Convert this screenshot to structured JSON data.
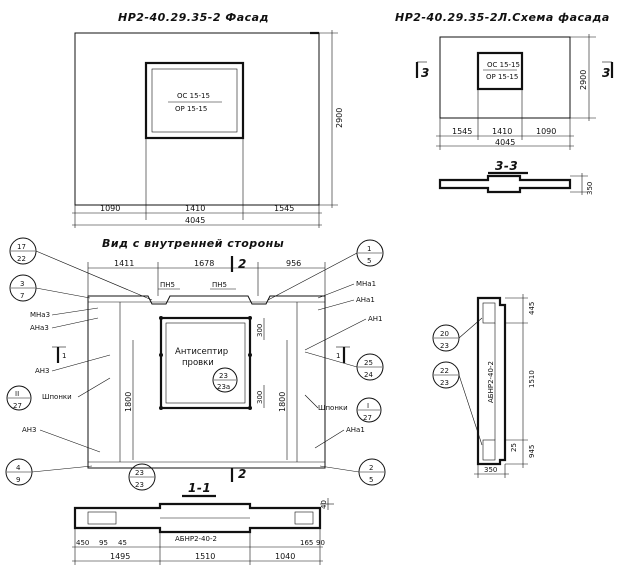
{
  "titles": {
    "facade": "НР2-40.29.35-2 Фасад",
    "scheme": "НР2-40.29.35-2Л.Схема фасада",
    "inner_view": "Вид с внутренней стороны"
  },
  "window_marks": {
    "facade_top": "ОС 15-15",
    "facade_bottom": "ОР 15-15",
    "scheme_top": "ОС 15-15",
    "scheme_bottom": "ОР 15-15"
  },
  "facade_dims": {
    "left": "1090",
    "mid": "1410",
    "right": "1545",
    "total": "4045",
    "height": "2900"
  },
  "scheme_dims": {
    "left": "1545",
    "mid": "1410",
    "right": "1090",
    "total": "4045",
    "height": "2900",
    "section_label": "3-3",
    "section_mark": "3",
    "thickness": "350"
  },
  "inner_dims": {
    "top_left": "1411",
    "top_mid": "1678",
    "top_right": "956",
    "left_h": "1800",
    "right_h": "1800",
    "win_top": "300",
    "win_bot": "300",
    "section_mark": "2",
    "section_mark_1": "1"
  },
  "inner_labels": {
    "pn5_left": "ПН5",
    "pn5_right": "ПН5",
    "mna3": "МНа3",
    "ana3": "АНа3",
    "an3_a": "АН3",
    "shponki_left": "Шпонки",
    "an3_b": "АН3",
    "mna1": "МНа1",
    "ana1_a": "АНа1",
    "an1": "АН1",
    "shponki_right": "Шпонки",
    "ana1_b": "АНа1",
    "antiseptic_1": "Антисептир",
    "antiseptic_2": "провки"
  },
  "callouts": {
    "c17": {
      "top": "17",
      "bot": "22"
    },
    "c3": {
      "top": "3",
      "bot": "7"
    },
    "c1": {
      "top": "1",
      "bot": "5"
    },
    "c25": {
      "top": "25",
      "bot": "24"
    },
    "c4": {
      "top": "4",
      "bot": "9"
    },
    "c2": {
      "top": "2",
      "bot": "5"
    },
    "c23a": {
      "top": "23",
      "bot": "23а"
    },
    "c23b": {
      "top": "23",
      "bot": "23"
    },
    "c20": {
      "top": "20",
      "bot": "23"
    },
    "c22": {
      "top": "22",
      "bot": "23"
    },
    "roman_left": {
      "top": "II",
      "bot": "27"
    },
    "roman_right": {
      "top": "I",
      "bot": "27"
    }
  },
  "section11": {
    "label": "1-1",
    "d1": "450",
    "d2": "95",
    "d3": "45",
    "d4": "1495",
    "d5": "1510",
    "d6": "1040",
    "d7": "165",
    "d8": "90",
    "d9": "40",
    "beam": "АБНР2-40-2"
  },
  "section22": {
    "d_top": "445",
    "d_mid": "1510",
    "d_bot": "945",
    "d_small": "25",
    "thickness": "350",
    "beam": "АБНР2-40-2"
  }
}
